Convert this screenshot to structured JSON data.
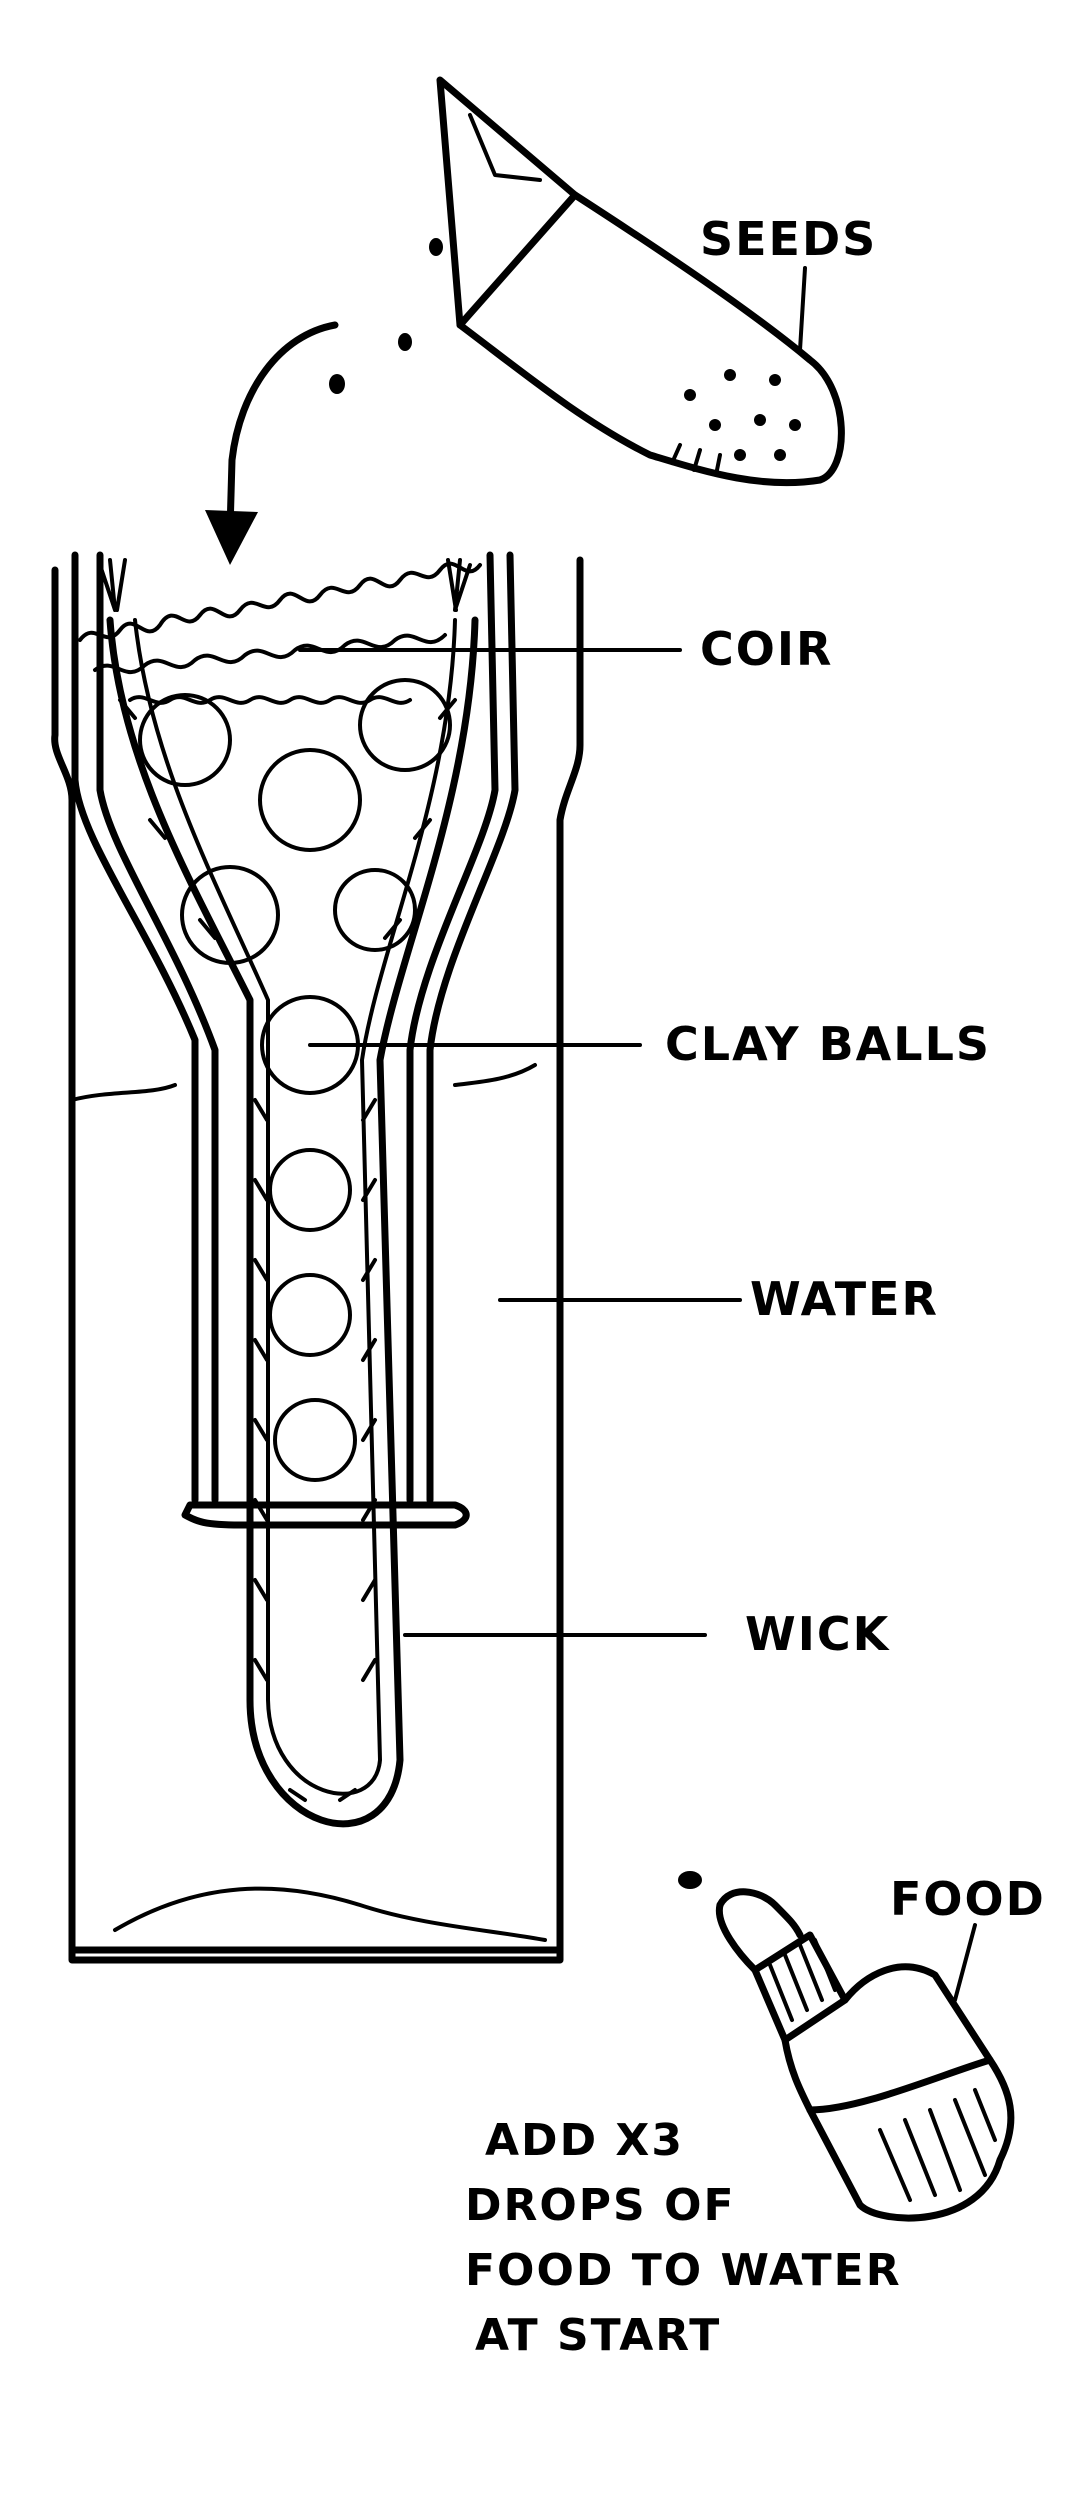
{
  "labels": {
    "seeds": "SEEDS",
    "coir": "COIR",
    "clay_balls": "CLAY BALLS",
    "water": "WATER",
    "wick": "WICK",
    "food": "FOOD"
  },
  "note": {
    "line1": "ADD X3",
    "line2": "DROPS OF",
    "line3": "FOOD TO WATER",
    "line4": "AT START"
  }
}
